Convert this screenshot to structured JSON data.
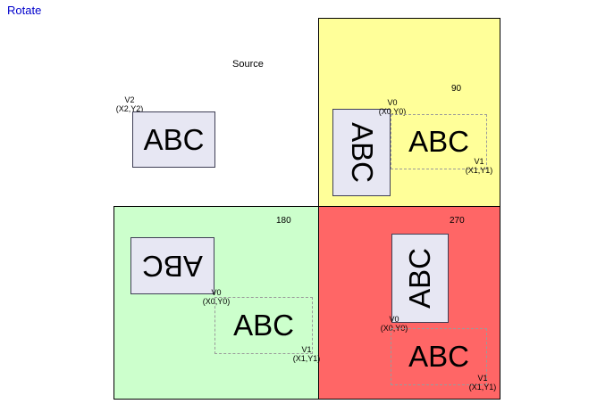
{
  "page": {
    "title": "Rotate"
  },
  "colors": {
    "link": "#0000cc",
    "quadrant_90_bg": "#ffff99",
    "quadrant_180_bg": "#ccffcc",
    "quadrant_270_bg": "#ff6666",
    "box_fill": "#e7e7f3"
  },
  "source": {
    "label": "Source",
    "text": "ABC",
    "vertex": {
      "name": "V2",
      "coords": "(X2,Y2)"
    }
  },
  "deg90": {
    "angle": "90",
    "rotated_text": "ABC",
    "dest_text": "ABC",
    "v0": {
      "name": "V0",
      "coords": "(X0,Y0)"
    },
    "v1": {
      "name": "V1",
      "coords": "(X1,Y1)"
    }
  },
  "deg180": {
    "angle": "180",
    "rotated_text": "ABC",
    "dest_text": "ABC",
    "v0": {
      "name": "V0",
      "coords": "(X0,Y0)"
    },
    "v1": {
      "name": "V1",
      "coords": "(X1,Y1)"
    }
  },
  "deg270": {
    "angle": "270",
    "rotated_text": "ABC",
    "dest_text": "ABC",
    "v0": {
      "name": "V0",
      "coords": "(X0,Y0)"
    },
    "v1": {
      "name": "V1",
      "coords": "(X1,Y1)"
    }
  }
}
